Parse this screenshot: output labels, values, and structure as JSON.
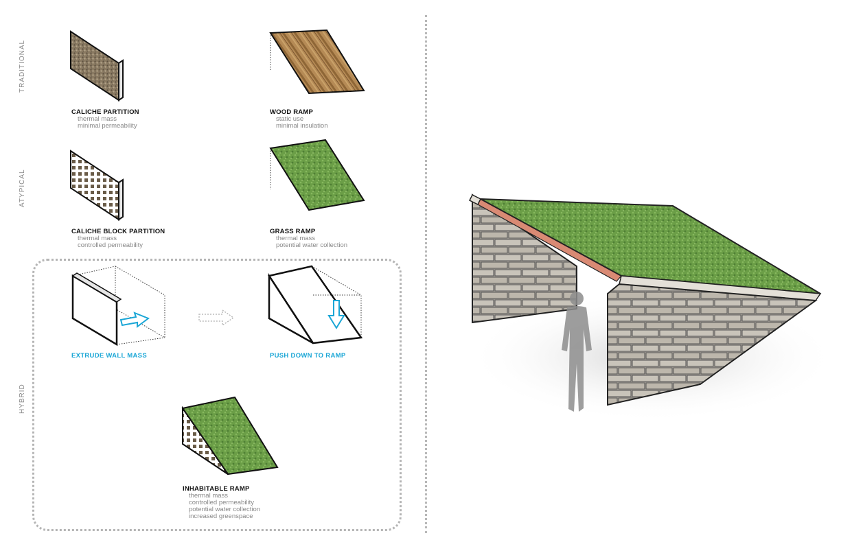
{
  "row_labels": {
    "traditional": "TRADITIONAL",
    "atypical": "ATYPICAL",
    "hybrid": "HYBRID"
  },
  "items": {
    "caliche_partition": {
      "title": "CALICHE PARTITION",
      "notes": [
        "thermal mass",
        "minimal permeability"
      ]
    },
    "wood_ramp": {
      "title": "WOOD RAMP",
      "notes": [
        "static use",
        "minimal insulation"
      ]
    },
    "caliche_block_partition": {
      "title": "CALICHE BLOCK PARTITION",
      "notes": [
        "thermal mass",
        "controlled permeability"
      ]
    },
    "grass_ramp": {
      "title": "GRASS RAMP",
      "notes": [
        "thermal mass",
        "potential water collection"
      ]
    },
    "inhabitable_ramp": {
      "title": "INHABITABLE RAMP",
      "notes": [
        "thermal mass",
        "controlled permeability",
        "potential water collection",
        "increased greenspace"
      ]
    }
  },
  "steps": {
    "extrude": "EXTRUDE WALL MASS",
    "push": "PUSH DOWN TO RAMP"
  },
  "colors": {
    "accent": "#1aa6d6",
    "grass": "#6fa24a",
    "stone": "#9a948a",
    "wood": "#b08552",
    "membrane": "#d98a74"
  }
}
